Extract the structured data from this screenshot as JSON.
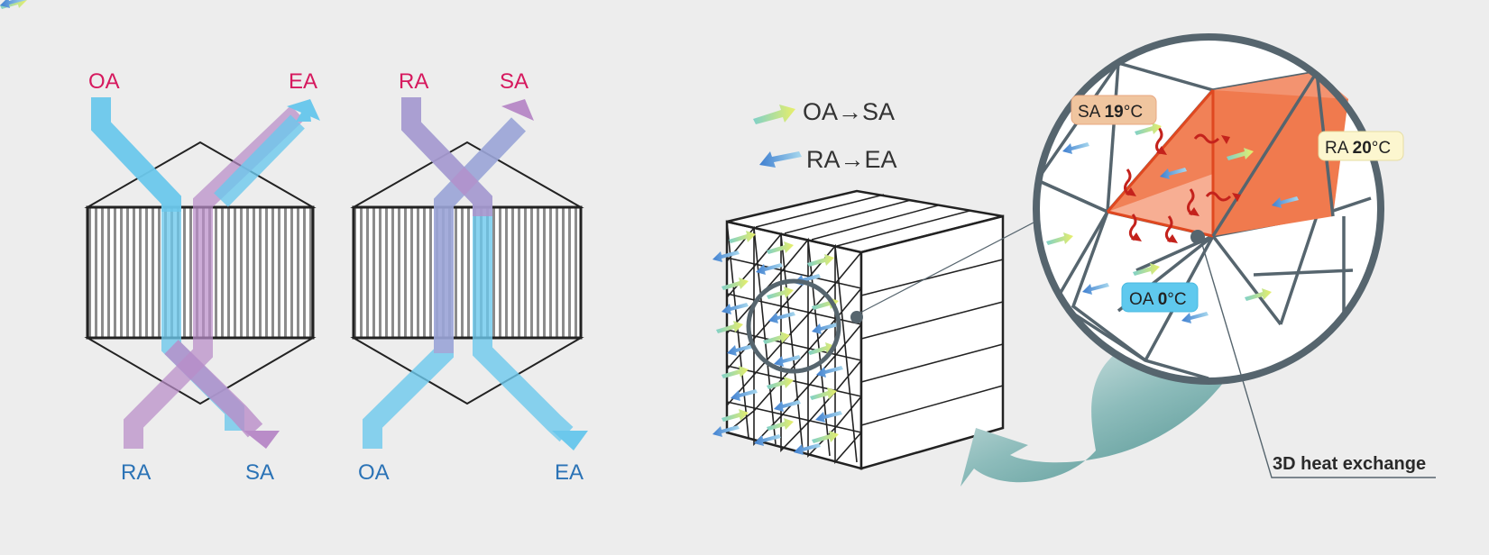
{
  "left_diagram": {
    "top_left": "OA",
    "top_right": "EA",
    "bottom_left": "RA",
    "bottom_right": "SA"
  },
  "middle_diagram": {
    "top_left": "RA",
    "top_right": "SA",
    "bottom_left": "OA",
    "bottom_right": "EA"
  },
  "legend": {
    "oa_sa": "OA→SA",
    "ra_ea": "RA→EA"
  },
  "badges": {
    "sa": {
      "label": "SA ",
      "value": "19",
      "unit": "°C"
    },
    "ra": {
      "label": "RA ",
      "value": "20",
      "unit": "°C"
    },
    "oa": {
      "label": "OA ",
      "value": "0",
      "unit": "°C"
    }
  },
  "callout": "3D heat exchange",
  "colors": {
    "cyan_flow": "#6cc8ec",
    "purple_flow": "#b98cc8",
    "label_red": "#d6195e",
    "label_blue": "#2b73b6",
    "hot_face": "#f07a4e",
    "teal_arrow": "#5d9e9c"
  }
}
